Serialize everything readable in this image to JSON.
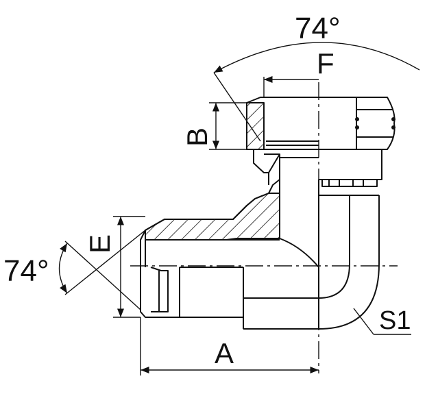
{
  "labels": {
    "angle_top": "74°",
    "angle_left": "74°",
    "dim_f": "F",
    "dim_b": "B",
    "dim_e": "E",
    "dim_a": "A",
    "dim_s1": "S1"
  },
  "colors": {
    "line": "#111111",
    "background": "#ffffff"
  }
}
